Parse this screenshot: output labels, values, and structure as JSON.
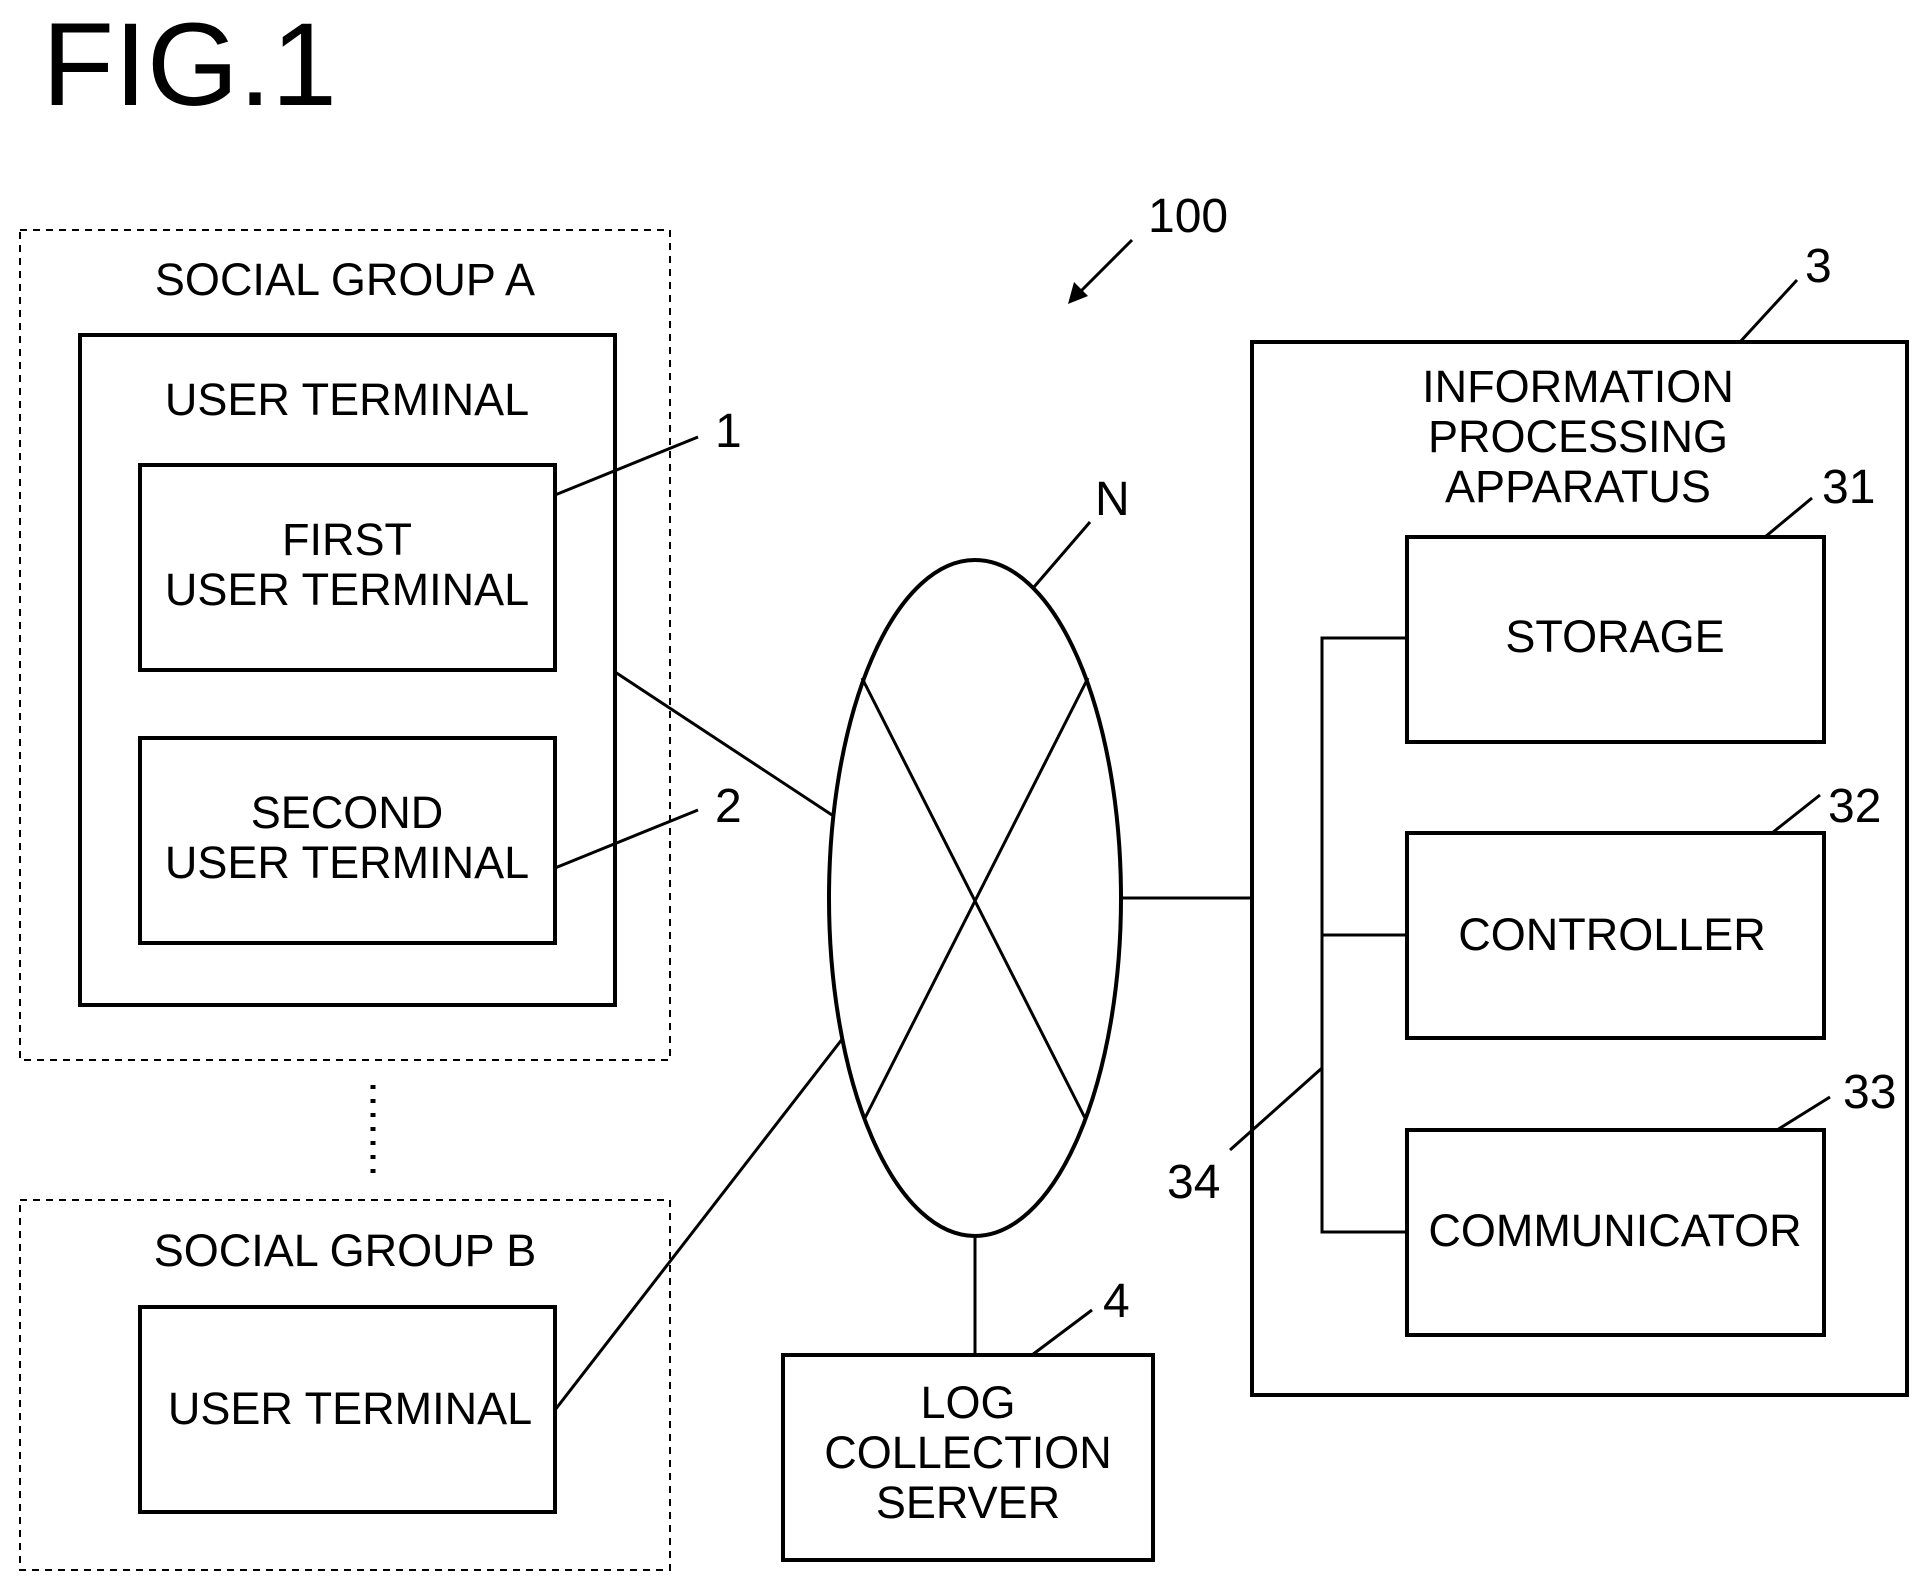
{
  "figure_title": "FIG.1",
  "system_ref": "100",
  "social_group_a": {
    "label": "SOCIAL GROUP A",
    "user_terminal_label": "USER TERMINAL",
    "first_terminal": {
      "line1": "FIRST",
      "line2": "USER TERMINAL",
      "ref": "1"
    },
    "second_terminal": {
      "line1": "SECOND",
      "line2": "USER TERMINAL",
      "ref": "2"
    }
  },
  "social_group_b": {
    "label": "SOCIAL GROUP B",
    "user_terminal_label": "USER TERMINAL"
  },
  "network": {
    "ref": "N"
  },
  "log_server": {
    "line1": "LOG",
    "line2": "COLLECTION",
    "line3": "SERVER",
    "ref": "4"
  },
  "info_apparatus": {
    "line1": "INFORMATION",
    "line2": "PROCESSING",
    "line3": "APPARATUS",
    "ref": "3",
    "storage": {
      "label": "STORAGE",
      "ref": "31"
    },
    "controller": {
      "label": "CONTROLLER",
      "ref": "32"
    },
    "communicator": {
      "label": "COMMUNICATOR",
      "ref": "33"
    },
    "bus_ref": "34"
  }
}
